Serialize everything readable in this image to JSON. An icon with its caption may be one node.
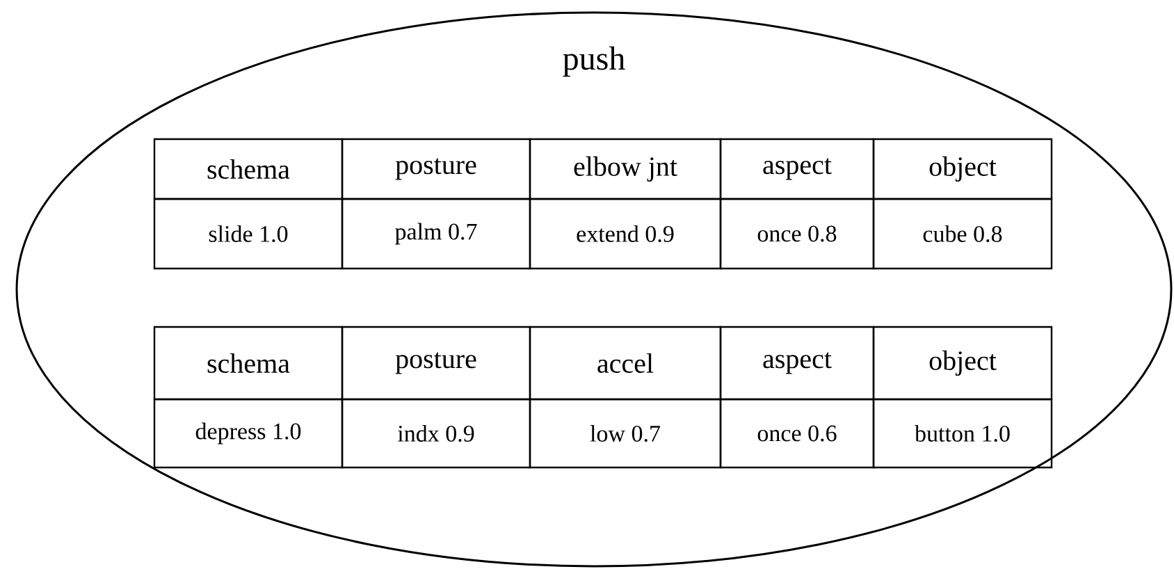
{
  "diagram": {
    "nodes": [
      {
        "text": [
          "push"
        ]
      }
    ],
    "labels": [
      "schema",
      "posture",
      "elbow jnt",
      "aspect",
      "object",
      "slide 1.0",
      "palm 0.7",
      "extend 0.9",
      "once 0.8",
      "cube 0.8",
      "schema",
      "posture",
      "accel",
      "aspect",
      "object",
      "depress 1.0",
      "indx 0.9",
      "low 0.7",
      "once 0.6",
      "button 1.0"
    ]
  }
}
